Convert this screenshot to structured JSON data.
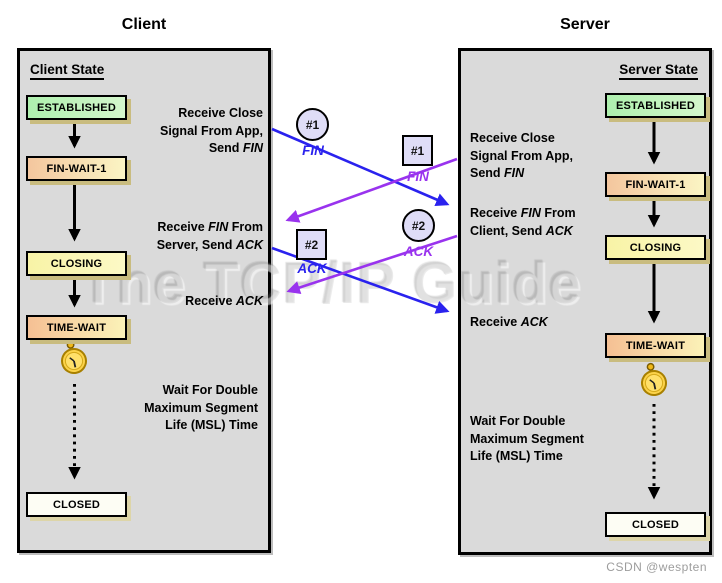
{
  "meta": {
    "watermark": "The TCP/IP Guide",
    "credit": "CSDN @wespten"
  },
  "colors": {
    "client_message_blue": "#2a22ee",
    "server_message_purple": "#9933ee",
    "panel_background": "#dadada",
    "established_fill": "#aef0ae",
    "fin_wait_fill": "#f4c69e",
    "closing_fill": "#f8f3a6",
    "time_wait_fill": "#f5c094",
    "closed_fill": "#fdfdf4",
    "badge_fill": "#dfddf7"
  },
  "client": {
    "title": "Client",
    "state_header": "Client State",
    "states": [
      {
        "label": "ESTABLISHED"
      },
      {
        "label": "FIN-WAIT-1"
      },
      {
        "label": "CLOSING"
      },
      {
        "label": "TIME-WAIT"
      },
      {
        "label": "CLOSED"
      }
    ],
    "notes": {
      "close_l1": "Receive Close",
      "close_l2": "Signal From App,",
      "close_l3a": "Send ",
      "close_l3b": "FIN",
      "recvfin_l1a": "Receive ",
      "recvfin_l1b": "FIN",
      "recvfin_l1c": " From",
      "recvfin_l2a": "Server, Send ",
      "recvfin_l2b": "ACK",
      "recvack_a": "Receive ",
      "recvack_b": "ACK",
      "wait_l1": "Wait For Double",
      "wait_l2": "Maximum Segment",
      "wait_l3": "Life (MSL) Time"
    }
  },
  "server": {
    "title": "Server",
    "state_header": "Server State",
    "states": [
      {
        "label": "ESTABLISHED"
      },
      {
        "label": "FIN-WAIT-1"
      },
      {
        "label": "CLOSING"
      },
      {
        "label": "TIME-WAIT"
      },
      {
        "label": "CLOSED"
      }
    ],
    "notes": {
      "close_l1": "Receive Close",
      "close_l2": "Signal From App,",
      "close_l3a": "Send ",
      "close_l3b": "FIN",
      "recvfin_l1a": "Receive ",
      "recvfin_l1b": "FIN",
      "recvfin_l1c": " From",
      "recvfin_l2a": "Client, Send ",
      "recvfin_l2b": "ACK",
      "recvack_a": "Receive ",
      "recvack_b": "ACK",
      "wait_l1": "Wait For Double",
      "wait_l2": "Maximum Segment",
      "wait_l3": "Life (MSL) Time"
    }
  },
  "messages": {
    "fin_client": {
      "num": "#1",
      "label": "FIN"
    },
    "fin_server": {
      "num": "#1",
      "label": "FIN"
    },
    "ack_client": {
      "num": "#2",
      "label": "ACK"
    },
    "ack_server": {
      "num": "#2",
      "label": "ACK"
    }
  }
}
